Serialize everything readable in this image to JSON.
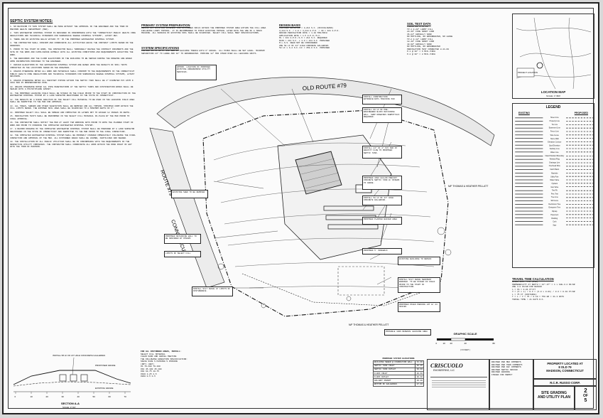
{
  "septic_notes": {
    "title": "SEPTIC SYSTEM NOTES:",
    "items": [
      "1. NO REVISION TO THIS SYSTEM SHALL BE MADE WITHOUT THE APPROVAL OF THE ENGINEER AND THE TOWN OF MADISON HEALTH DEPARTMENT (MHD).",
      "2. THIS WASTEWATER DISPOSAL SYSTEM IS DESIGNED IN CONFORMANCE WITH THE \"CONNECTICUT PUBLIC HEALTH CODE REGULATIONS AND TECHNICAL STANDARDS FOR SUBSURFACE SEWAGE DISPOSAL SYSTEMS\", LATEST REV.",
      "3. THERE ARE NO EXISTING WELLS WITHIN 75' OF THE PROPOSED WASTEWATER DISPOSAL SYSTEM.",
      "4. THE CONTRACTOR SHALL CONFIRM AND COORDINATE ALL ACTIVITIES WHICH THE CONTRACT LIMITS SHOWN ON THE DRAWINGS.",
      "5. PRIOR TO THE START OF WORK, THE CONTRACTOR SHALL THOROUGHLY REVIEW THE CONTRACT DOCUMENTS AND THE SITE OF THE WORK AND FAMILIARIZE HIMSELF WITH ALL EXISTING CONDITIONS AND REQUIREMENTS AFFECTING THE WORK.",
      "6. THE BENCHMARK AND THE FLOOR ELEVATIONS OF THE BUILDING TO BE SERVED DURING THE DRAWING ARE BASED UPON INFORMATION PROVIDED TO THE ENGINEER.",
      "7. DESIGN ELEVATIONS OF THE WASTEWATER DISPOSAL SYSTEM ARE BASED UPON THE RESULTS OF SOIL TESTS CONDUCTED IN THE LOCATIONS SHOWN ON THE DRAWINGS.",
      "8. UNLESS OTHERWISE NOTED ALL WORK AND MATERIALS SHALL CONFORM TO THE REQUIREMENTS OF THE CONNECTICUT PUBLIC HEALTH CODE REGULATIONS AND TECHNICAL STANDARDS FOR SUBSURFACE SEWAGE DISPOSAL SYSTEMS, LATEST REVISION.",
      "9. UNLESS OTHERWISE NOTED ALL SANITARY PIPING WITHIN THE SEPTIC TANK SHALL BE 4\" DIAMETER PVC ASTM D 3034 SDR 35 NONPERFORATED PIPE.",
      "10. UNLESS OTHERWISE NOTED ALL PIPE PENETRATIONS AT THE SEPTIC TANKS AND DISTRIBUTION BOXES SHALL BE SEALED WITH A POLYETHYLENE GASKET.",
      "11. THE PROPOSED LEACHING FIELD SHALL BE STAKED IN THE FIELD PRIOR TO THE START OF CONSTRUCTION OF THE WASTEWATER DISPOSAL SYSTEM BY A LAND SURVEYOR REGISTERED IN THE STATE OF CONNECTICUT.",
      "12. THE RESULTS OF A SIEVE ANALYSIS OF THE SELECT FILL MATERIAL TO BE USED IN THE LEACHING FIELD AREA SHALL BE SUBMITTED TO THE MHD FOR APPROVAL.",
      "13. ALL TREES, SHRUBS AND OTHER VEGETATION SHALL BE REMOVED AND ALL TOPSOIL STRIPPED FROM WITHIN THE FILL LIMITS SHOWN. THE EXPOSED SOIL AREA SHALL BE SCARIFIED TO A MINIMUM DEPTH OF 6\".",
      "14. PROPOSED SELECT FILL SHALL BE SPREAD AND COMPACTED IN LAYERS NOT TO EXCEED 12 INCHES IN DEPTH.",
      "15. PERCOLATION TESTS SHALL BE PERFORMED IN THE SELECT FILL MATERIAL IN-PLACE BY THE MHD PRIOR TO FINAL APPROVAL.",
      "16. THE CONTRACTOR SHALL NOTIFY THE MHD AT LEAST TWO WORKING DAYS PRIOR TO BOTH THE PLANNED START OF WORK AND PRIOR TO COVERING THE COMPLETED WASTEWATER DISPOSAL SYSTEM.",
      "17. A RECORD DRAWING OF THE COMPLETED WASTEWATER DISPOSAL SYSTEM SHALL BE PREPARED BY A LAND SURVEYOR REGISTERED IN THE STATE OF CONNECTICUT AND SUBMITTED TO THE MHD PRIOR TO THE FINAL INSPECTION.",
      "18. THE COMPLETED WASTEWATER DISPOSAL SYSTEM SHALL BE PROPERLY COVERED IMMEDIATELY FOLLOWING THE FINAL INSPECTION AND APPROVAL BY THE MHD. ALL DISTURBED AREAS SHALL BE LOAMED, FERTILIZED AND SEEDED.",
      "19. THE INSTALLATION OF ALL PUBLIC UTILITIES SHALL BE IN CONFORMANCE WITH THE REQUIREMENTS OF THE RESPECTIVE UTILITY COMPANIES. THE CONTRACTOR SHALL COORDINATE ALL WORK WITHIN THE ROAD RIGHT OF WAY WITH THE TOWN OF MADISON."
    ]
  },
  "primary_prep": {
    "title": "PRIMARY SYSTEM PREPARATION",
    "text": "REMOVE ALL EXISTING PAVEMENT AND DISTURBED SOILS WITHIN THE PROPOSED SYSTEM AREA WITHIN THE FILL AREA INCLUDING LOAMY TOPSOIL. IT IS RECOMMENDED TO STRIP EXISTING TOPSOIL LAYER WITH THE USE OF A TRACK MACHINE. ALL SURFACE OF EXISTING SOIL SHALL BE SCARIFIED. SELECT FILL SHALL MEET SPECIFICATIONS."
  },
  "system_specs": {
    "title": "SYSTEM SPECIFICATIONS",
    "text": "INSTALL 20 LF OF 4\" PVC SDR 35 LEACHING TRENCH WITH 6\" GRAVEL. ALL PIPES SHALL BE SET LEVEL. MINIMUM SEPARATION 24\" TO LEDGE AND 18\" TO GROUNDWATER. PROVIDE 12\" MIN COVER OVER ALL LEACHING UNITS."
  },
  "design_basis": {
    "title": "DESIGN BASIS",
    "lines": [
      "PROPOSED BUILDING = 3,214 S.F. (OFFICE/BANK)",
      "3,214 S.F. / 1.0 = 3,214 G.P.D. / 30 = 321 G.P.D.",
      "DESIGN PERCOLATION RATE = 1-10 MIN/INCH",
      "APPLICATION RATE = 1.5 G.P.D./S.F.",
      "ML = 321 G.P.D./1.5 = 214 S.F. REQUIRED",
      "MLSS = 214 S.F. x 1.0 = 214 S.F. PROVIDED",
      "M.L.S.S. NEED NOT BE CONSIDERED",
      "USE 58 LF OF 24\" HIGH CONCRETE GALLERIES",
      "58 LF x 6.2 S.F./LF = 359.6 S.F. PROVIDED"
    ]
  },
  "soil_test": {
    "title": "SOIL TEST DATA",
    "lines": [
      "CONDUCTED 8-11-09",
      "TP-1  0-20\"  LOAMY FILL",
      "      20-36\"  FINE SANDY LOAM",
      "      36-84\"  GRAVELLY SAND",
      "      NO MOTTLING, NO GROUNDWATER, NO LEDGE",
      "TP-2  0-18\"  LOAMY FILL",
      "      18-40\"  FINE SANDY LOAM",
      "      40-90\"  GRAVELLY SAND",
      "      NO MOTTLING, NO GROUNDWATER",
      "PERCOLATION TEST CONDUCTED 8-11-09",
      "P-1   @ 30\"  = 6 MIN./INCH",
      "P-2   @ 30\"  = 8 MIN./INCH"
    ]
  },
  "road_labels": {
    "old_route": "OLD ROUTE #79",
    "connecticut": "CONNECTICUT",
    "route_79": "ROUTE #79"
  },
  "callouts": {
    "c1": "APPROX. LOCATION OF PROPOSED EXISTING UNDERGROUND UTILITY SERVICES.",
    "c2": "INSTALL CONSTRUCTION ENTRANCE/ANTI-TRACKING PAD",
    "c3": "INSTALL 60 LF OF PRE-ENGINEERED BLOCK RETAINING WALL. SHOP DRAWINGS SUBMITTALS REQUIRED.",
    "c4": "INSTALL 24\" OF 4\" PVC SDR 35 GRAVITY FLOW TO PROPOSED SEPTIC TANK.",
    "c5": "PROPOSED 1500 GALLON PRECAST CONCRETE SEPTIC TANK W/ RISERS TO GRADE.",
    "c6": "INSTALL 58 LF OF 24\" HIGH CONCRETE GALLERIES.",
    "c7": "PROPOSED PLANTED BUFFER AREA",
    "c8": "PROPOSED 5' SIDEWALK",
    "c9": "EXISTING BUILDING TO REMAIN",
    "c10": "INSTALL SILT FENCE SEDIMENT BARRIER. TO BE STAKED IN FIELD PRIOR TO THE START OF CONSTRUCTION.",
    "c11": "PROPOSED PAVED PARKING LOT W/ 24 SPACES",
    "c12": "EXISTING SHED TO BE REMOVED",
    "c13": "PROPOSED RETAINING WALL TO BE DESIGNED BY OTHERS",
    "c14": "LIMITS OF SELECT FILL",
    "c15": "INSTALL SILT FENCE AT LIMITS OF DISTURBANCE.",
    "c16": "POSSIBLE 100% RESERVE LEACHING AREA"
  },
  "owner_labels": {
    "n1": "N/F THOMAS & HEATHER PELLATT",
    "n2": "N/F THOMAS & HEATHER PELLATT"
  },
  "location_map": {
    "title": "LOCATION MAP",
    "scale": "SCALE: 1\"=800'",
    "project": "PROJECT LOCATION"
  },
  "legend": {
    "title": "LEGEND",
    "col_existing": "EXISTING",
    "col_proposed": "PROPOSED",
    "rows": [
      "Street Line",
      "Property Line",
      "Tie Line",
      "Easement Line",
      "Fence Line",
      "Wire Fence",
      "Stone Wall",
      "Elevation Contour",
      "Spot Elevation",
      "Sanitary Line",
      "Water Line",
      "Inland Wetland Boundary",
      "Wetland Flag",
      "Drainage Line",
      "Overhead Wire",
      "Catch Basin",
      "Manhole",
      "Utility Pole",
      "Water Valve",
      "Hydrant",
      "Gas Valve",
      "Test Pit",
      "Perc Test",
      "Tree Line",
      "Silt Fence",
      "Deciduous Tree",
      "Evergreen Tree",
      "Riprap",
      "Pavement",
      "Building",
      "Curb",
      "Sign"
    ]
  },
  "travel_time": {
    "title": "TRAVEL TIME CALCULATION",
    "lines": [
      "HAVEN SOIL TYPE (HSG)",
      "PERMEABILITY AT DEPTH = 21\"-37\" = 1 x 10E-3.2 IN/HR",
      "USE 3.0 IN/HR FOR DESIGN",
      "i = 1% = 0.01 FT/FT",
      "V = (K x i) / 0.3 = (3.0 x 0.01) / 0.3 = 0.10 FT/HR",
      "L = 75 FT (DISTANCE)",
      "T = L / V = 75 / 0.10 = 750 HR = 31.3 DAYS",
      "TRAVEL TIME > 21 DAYS  O.K."
    ]
  },
  "section": {
    "title": "SECTION A-A",
    "scale": "SCALE: 1\"=10'",
    "label_a": "INSTALL 58 LF OF 24\" HIGH CONCRETE GALLERIES",
    "label_b": "PROPOSED GRADE",
    "label_c": "EXISTING GRADE",
    "x_ticks": [
      "0",
      "10",
      "20",
      "30",
      "40",
      "50",
      "60",
      "70"
    ]
  },
  "fill_notes": {
    "title": "FOR ALL DISTURBED AREAS, INSTALL:",
    "lines": [
      "SELECT FILL MATERIAL",
      "CLEAN SAND AND GRAVEL MEETING",
      "THE FOLLOWING GRADATION SPECIFICATION:",
      "SIEVE SIZE   % PASSING   % PASSING",
      "                (DRY)       (WET)",
      "#4            70-100       70-100",
      "#10           45-100       45-100",
      "#40           10-75        10-75",
      "#100          2-25         2-5",
      "#200          0-5          0-5"
    ]
  },
  "elevations": {
    "title": "PROPOSED SYSTEM ELEVATIONS",
    "rows": [
      [
        "BUILDING SEWER @ FOUNDATION WALL",
        "31.00"
      ],
      [
        "SEPTIC TANK INLET",
        "30.25"
      ],
      [
        "SEPTIC TANK OUTLET",
        "30.00"
      ],
      [
        "D-BOX INLET",
        "29.60"
      ],
      [
        "D-BOX OUTLET",
        "29.40"
      ],
      [
        "GALLERY INVERT",
        "29.20"
      ],
      [
        "BOTTOM OF GALLERIES",
        "27.20"
      ]
    ]
  },
  "scale_bar": {
    "title": "GRAPHIC SCALE",
    "units": "( IN FEET )",
    "ticks": [
      "0",
      "10",
      "20",
      "40",
      "80"
    ]
  },
  "title_block": {
    "firm": "CRISCUOLO",
    "firm_sub": "ENGINEERING, LLC",
    "project_line1": "PROPERTY LOCATED AT",
    "project_line2": "8 OLD 79",
    "project_line3": "MADISON, CONNECTICUT",
    "client": "R.C.R. RUSSO CORP.",
    "sheet_title": "SITE GRADING AND UTILITY PLAN",
    "sheet_no": "2",
    "sheet_of": "OF",
    "sheet_total": "5",
    "revisions": [
      "REVISED PER MHD COMMENTS",
      "REVISED PER TOWN COMMENTS",
      "REVISED PER IWC COMMENTS",
      "REVISED SEPTIC DESIGN",
      "REVISED GRADING",
      "ISSUED FOR PERMIT"
    ]
  }
}
